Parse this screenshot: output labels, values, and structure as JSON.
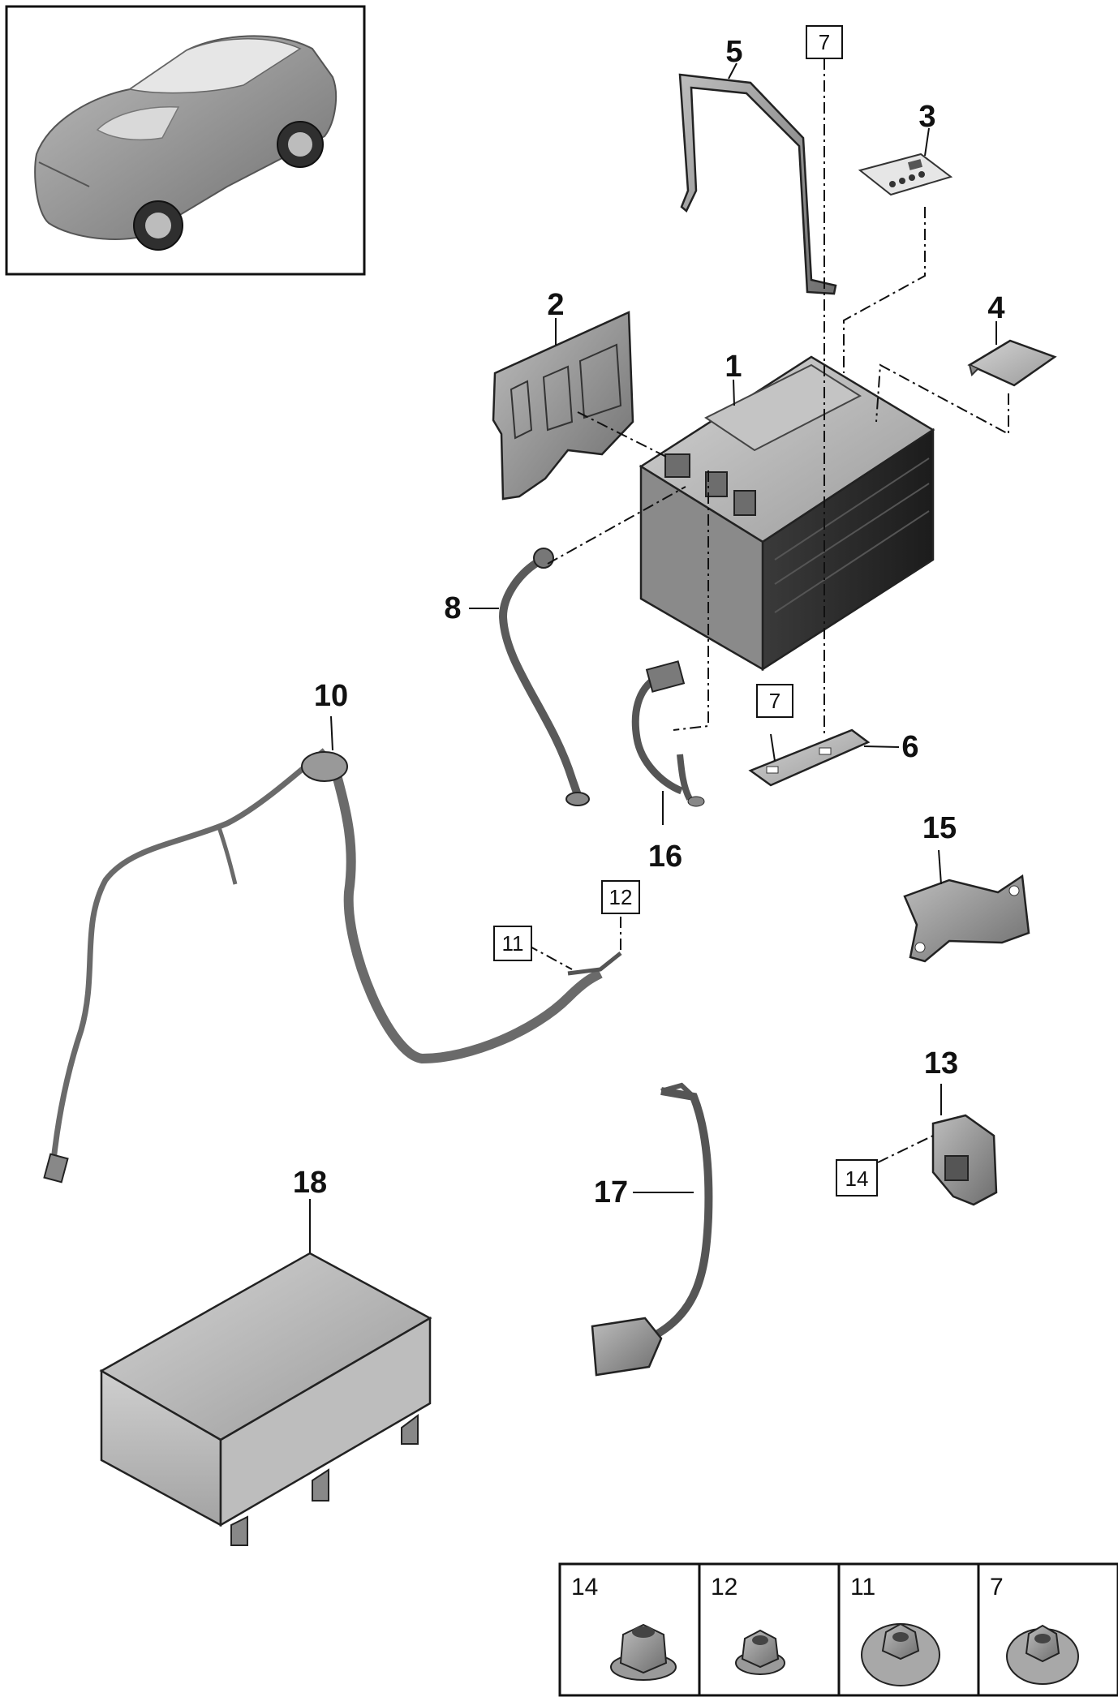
{
  "callouts": {
    "c1": "1",
    "c2": "2",
    "c3": "3",
    "c4": "4",
    "c5": "5",
    "c6": "6",
    "c8": "8",
    "c10": "10",
    "c13": "13",
    "c15": "15",
    "c16": "16",
    "c17": "17",
    "c18": "18"
  },
  "boxed_refs": {
    "b7_top": "7",
    "b7_mid": "7",
    "b11": "11",
    "b12": "12",
    "b14": "14"
  },
  "legend": [
    {
      "label": "14"
    },
    {
      "label": "12"
    },
    {
      "label": "11"
    },
    {
      "label": "7"
    }
  ]
}
